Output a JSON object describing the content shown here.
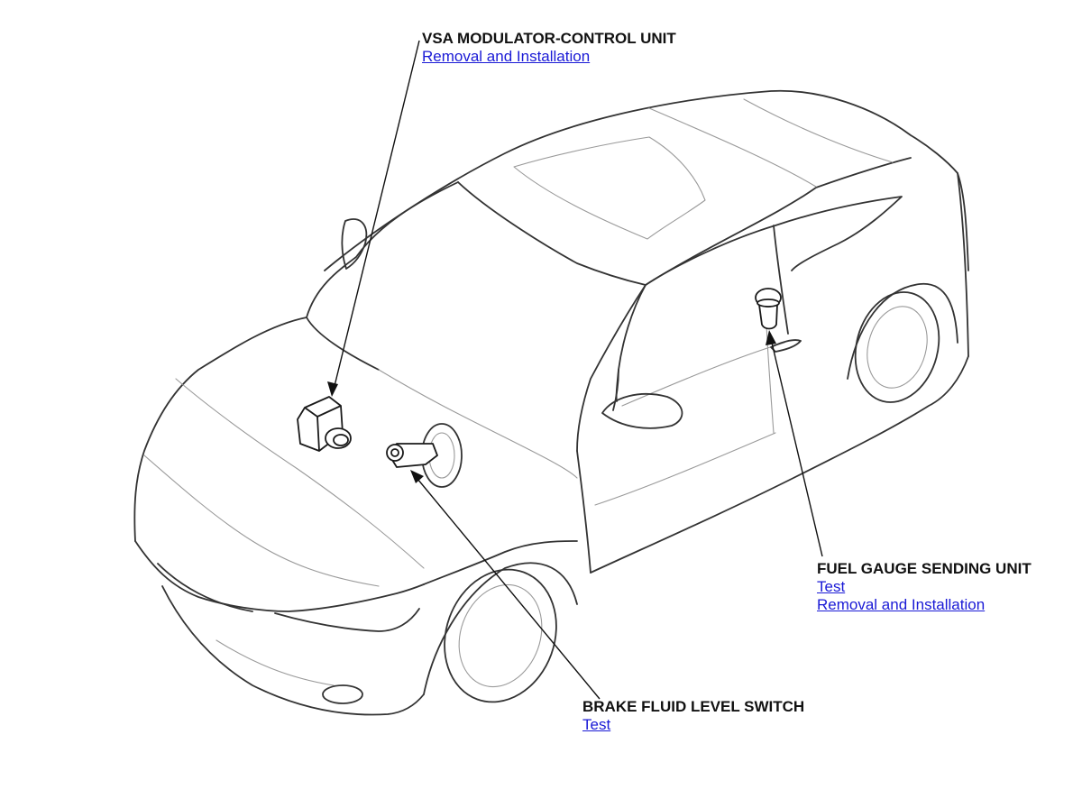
{
  "callouts": {
    "vsa_unit": {
      "title": "VSA MODULATOR-CONTROL UNIT",
      "links": [
        "Removal and Installation"
      ]
    },
    "fuel_gauge_unit": {
      "title": "FUEL GAUGE SENDING UNIT",
      "links": [
        "Test",
        "Removal and Installation"
      ]
    },
    "brake_fluid_switch": {
      "title": "BRAKE FLUID LEVEL SWITCH",
      "links": [
        "Test"
      ]
    }
  },
  "colors": {
    "link": "#1a1ad6",
    "text": "#111111",
    "line_art": "#333333"
  }
}
